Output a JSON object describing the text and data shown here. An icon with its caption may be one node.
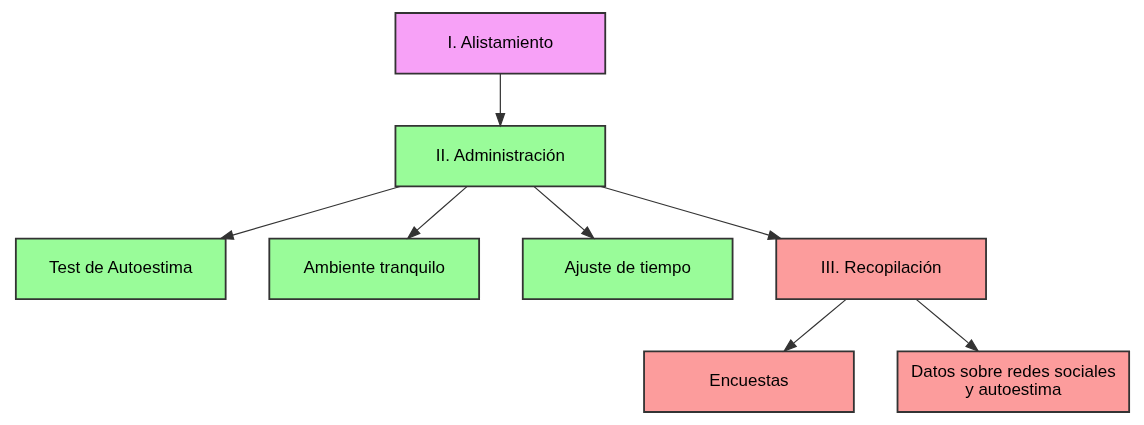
{
  "diagram": {
    "nodes": [
      {
        "text": [
          "I. Alistamiento"
        ]
      },
      {
        "text": [
          "II. Administración"
        ]
      },
      {
        "text": [
          "Test de Autoestima"
        ]
      },
      {
        "text": [
          "Ambiente tranquilo"
        ]
      },
      {
        "text": [
          "Ajuste de tiempo"
        ]
      },
      {
        "text": [
          "III. Recopilación"
        ]
      },
      {
        "text": [
          "Encuestas"
        ]
      },
      {
        "text": [
          "Datos sobre redes sociales y autoestima"
        ]
      }
    ],
    "edges": [
      {
        "from": 0,
        "to": 1,
        "arrow": "to"
      },
      {
        "from": 1,
        "to": 2,
        "arrow": "to"
      },
      {
        "from": 1,
        "to": 3,
        "arrow": "to"
      },
      {
        "from": 1,
        "to": 4,
        "arrow": "to"
      },
      {
        "from": 1,
        "to": 5,
        "arrow": "to"
      },
      {
        "from": 5,
        "to": 6,
        "arrow": "to"
      },
      {
        "from": 5,
        "to": 7,
        "arrow": "to"
      }
    ]
  }
}
